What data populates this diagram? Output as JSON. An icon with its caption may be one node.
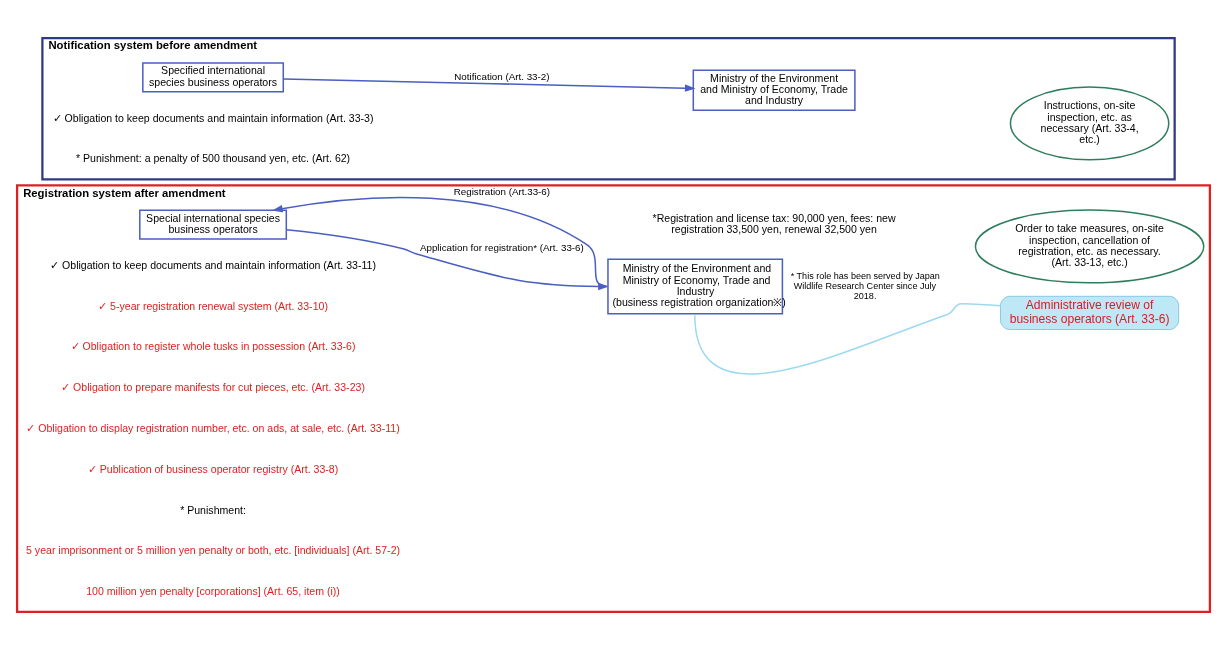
{
  "diagram": {
    "nodes": [
      {
        "text": [
          "Notification system before amendment"
        ]
      },
      {
        "text": [
          "Specified international species business operators"
        ],
        "in": 0
      },
      {
        "text": [
          "Ministry of the Environment and Ministry of Economy, Trade and Industry"
        ],
        "in": 0
      },
      {
        "text": [
          "Instructions, on-site inspection, etc. as necessary (Art. 33-4, etc.)"
        ],
        "in": 0
      },
      {
        "text": [
          "Registration system after amendment"
        ]
      },
      {
        "text": [
          "Special international species business operators"
        ],
        "in": 4
      },
      {
        "text": [
          "Ministry of the Environment and Ministry of Economy, Trade and Industry",
          "(business registration organization※)"
        ],
        "in": 4,
        "beside": [
          "* This role has been served by Japan Wildlife Research Center since July 2018."
        ]
      },
      {
        "text": [
          "Administrative review of business operators (Art. 33-6)"
        ],
        "in": 4
      },
      {
        "text": [
          "Order to take measures, on-site inspection, cancellation of registration, etc. as necessary. (Art. 33-13, etc.)"
        ],
        "in": 4
      }
    ],
    "edges": [
      {
        "from": 1,
        "to": 2,
        "arrow": "to",
        "label": "Notification (Art. 33-2)"
      },
      {
        "from": 5,
        "to": 6,
        "arrow": "to",
        "label": "Application for registration* (Art. 33-6)"
      },
      {
        "from": 6,
        "to": 5,
        "arrow": "to",
        "label": "Registration (Art.33-6)"
      },
      {
        "from": 7,
        "to": 6,
        "arrow": "none",
        "color": "#9dd9ef"
      }
    ],
    "labels": [
      "✓ Obligation to keep documents and maintain information (Art. 33-3)",
      "* Punishment: a penalty of 500 thousand yen, etc. (Art. 62)",
      "*Registration and license tax: 90,000 yen, fees: new registration 33,500 yen, renewal 32,500 yen",
      "✓ Obligation to keep documents and maintain information (Art. 33-11)",
      "✓ 5-year registration renewal system (Art. 33-10)",
      "✓ Obligation to register whole tusks in possession (Art. 33-6)",
      "✓ Obligation to prepare manifests for cut pieces, etc. (Art. 33-23)",
      "✓ Obligation to display registration number, etc. on ads, at sale, etc. (Art. 33-11)",
      "✓ Publication of business operator registry (Art. 33-8)",
      "* Punishment:",
      "5 year imprisonment or 5 million yen penalty or both, etc. [individuals] (Art. 57-2)",
      "100 million yen penalty [corporations] (Art. 65, item (i))"
    ]
  }
}
